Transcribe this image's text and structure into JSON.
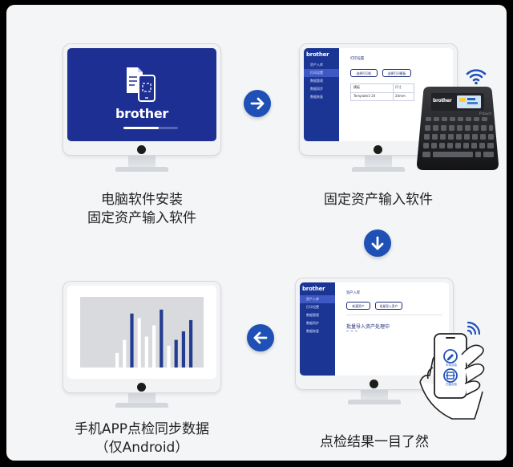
{
  "steps": [
    {
      "label_line1": "电脑软件安装",
      "label_line2": "固定资产输入软件"
    },
    {
      "label_line1": "固定资产输入软件"
    },
    {
      "label_line1": "点检结果一目了然"
    },
    {
      "label_line1": "手机APP点检同步数据",
      "label_line2": "（仅Android）"
    }
  ],
  "screen1": {
    "brand": "brother"
  },
  "screen2": {
    "brand": "brother",
    "sidebar": [
      "资产入库",
      "打印设置",
      "数据管理",
      "数据同步",
      "数据恢复"
    ],
    "title": "打印设置",
    "buttons": [
      "选择打印机",
      "选择打印模板"
    ],
    "table_headers": [
      "模板",
      "尺寸"
    ],
    "table_row": [
      "Template1-24",
      "24mm"
    ]
  },
  "screen3": {
    "brand": "brother",
    "sidebar": [
      "资产入库",
      "打印设置",
      "数据管理",
      "数据同步",
      "数据恢复"
    ],
    "title": "资产入库",
    "buttons": [
      "新建资产",
      "批量导入资产"
    ],
    "status": "批量导入资产处理中"
  },
  "phone": {
    "buttons": [
      "手动点检",
      "扫描点检"
    ]
  },
  "printer": {
    "brand": "brother",
    "model": "P-touch"
  },
  "colors": {
    "accent": "#1e50b6",
    "screen_blue": "#1d2f93",
    "sidebar_blue": "#1a3593"
  },
  "chart_data": {
    "type": "bar",
    "values": [
      0.22,
      0.42,
      0.82,
      0.75,
      0.47,
      0.64,
      0.88,
      0.33,
      0.42,
      0.55,
      0.72
    ],
    "highlight": [
      false,
      false,
      true,
      false,
      false,
      false,
      true,
      false,
      true,
      true,
      true
    ]
  }
}
